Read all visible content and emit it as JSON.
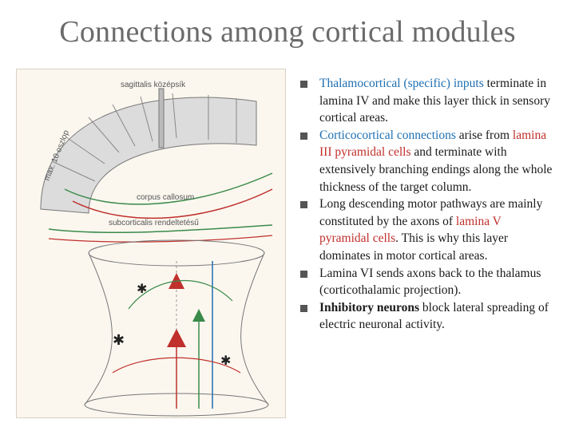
{
  "title": "Connections among cortical modules",
  "figure": {
    "labels": {
      "sagittal": "sagittalis középsík",
      "max": "max. 10 oszlop",
      "corpus": "corpus callosum",
      "subcortical": "subcorticalis rendeltetésű"
    }
  },
  "bullets": [
    {
      "parts": [
        {
          "text": "Thalamocortical (specific) inputs",
          "style": "blue"
        },
        {
          "text": " terminate in lamina IV and make this layer thick in sensory cortical areas.",
          "style": ""
        }
      ]
    },
    {
      "parts": [
        {
          "text": "Corticocortical connections",
          "style": "blue"
        },
        {
          "text": " arise from ",
          "style": ""
        },
        {
          "text": "lamina III pyramidal cells",
          "style": "red"
        },
        {
          "text": " and terminate with extensively branching endings along the whole thickness of the target column.",
          "style": ""
        }
      ]
    },
    {
      "parts": [
        {
          "text": "Long descending motor pathways are mainly constituted by the axons of ",
          "style": ""
        },
        {
          "text": "lamina V pyramidal cells",
          "style": "red"
        },
        {
          "text": ". This is why this layer dominates in motor cortical areas.",
          "style": ""
        }
      ]
    },
    {
      "parts": [
        {
          "text": "Lamina VI sends axons back to the thalamus (corticothalamic projection).",
          "style": ""
        }
      ]
    },
    {
      "parts": [
        {
          "text": "Inhibitory neurons",
          "style": "bold"
        },
        {
          "text": " block lateral spreading of electric neuronal activity.",
          "style": ""
        }
      ]
    }
  ]
}
